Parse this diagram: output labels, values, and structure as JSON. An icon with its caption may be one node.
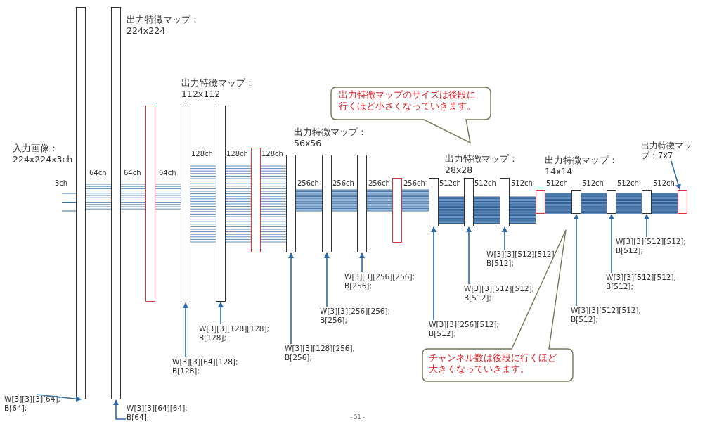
{
  "diagram": {
    "nodes": [
      {
        "text": [],
        "shape": "bar"
      },
      {
        "text": [],
        "shape": "bar"
      },
      {
        "text": [],
        "shape": "bar"
      },
      {
        "text": [],
        "shape": "bar"
      },
      {
        "text": [],
        "shape": "bar"
      },
      {
        "text": [],
        "shape": "bar"
      },
      {
        "text": [],
        "shape": "bar"
      },
      {
        "text": [],
        "shape": "bar"
      },
      {
        "text": [],
        "shape": "bar"
      },
      {
        "text": [],
        "shape": "bar"
      },
      {
        "text": [],
        "shape": "bar"
      },
      {
        "text": [],
        "shape": "bar"
      },
      {
        "text": [],
        "shape": "bar"
      },
      {
        "text": [],
        "shape": "bar"
      },
      {
        "text": [],
        "shape": "bar"
      },
      {
        "text": [],
        "shape": "bar"
      },
      {
        "text": [],
        "shape": "bar"
      },
      {
        "text": [],
        "shape": "bar"
      },
      {
        "text": [
          "W[3][3][3][64]; B[64];"
        ]
      },
      {
        "text": [
          "W[3][3][64][64]; B[64];"
        ]
      },
      {
        "text": [
          "W[3][3][64][128]; B[128];"
        ]
      },
      {
        "text": [
          "W[3][3][128][128]; B[128];"
        ]
      },
      {
        "text": [
          "W[3][3][128][256]; B[256];"
        ]
      },
      {
        "text": [
          "W[3][3][256][256]; B[256];"
        ]
      },
      {
        "text": [
          "W[3][3][256][256]; B[256];"
        ]
      },
      {
        "text": [
          "W[3][3][256][512]; B[512];"
        ]
      },
      {
        "text": [
          "W[3][3][512][512]; B[512];"
        ]
      },
      {
        "text": [
          "W[3][3][512][512]; B[512];"
        ]
      },
      {
        "text": [
          "W[3][3][512][512]; B[512];"
        ]
      },
      {
        "text": [
          "W[3][3][512][512]; B[512];"
        ]
      },
      {
        "text": [
          "W[3][3][512][512]; B[512];"
        ]
      },
      {
        "text": [
          "出力特徴マップ：7x7"
        ]
      },
      {
        "text": [
          "出力特徴マップのサイズは後段に行くほど小さくなっていきます。"
        ]
      },
      {
        "text": [
          "チャンネル数は後段に行くほど大きくなっていきます。"
        ]
      }
    ],
    "edges": [
      {
        "from": 18,
        "to": 0,
        "arrow": "to"
      },
      {
        "from": 19,
        "to": 1,
        "arrow": "to"
      },
      {
        "from": 20,
        "to": 3,
        "arrow": "to"
      },
      {
        "from": 21,
        "to": 4,
        "arrow": "to"
      },
      {
        "from": 22,
        "to": 6,
        "arrow": "to"
      },
      {
        "from": 23,
        "to": 7,
        "arrow": "to"
      },
      {
        "from": 24,
        "to": 8,
        "arrow": "to"
      },
      {
        "from": 25,
        "to": 10,
        "arrow": "to"
      },
      {
        "from": 26,
        "to": 11,
        "arrow": "to"
      },
      {
        "from": 27,
        "to": 12,
        "arrow": "to"
      },
      {
        "from": 28,
        "to": 14,
        "arrow": "to"
      },
      {
        "from": 29,
        "to": 15,
        "arrow": "to"
      },
      {
        "from": 30,
        "to": 16,
        "arrow": "to"
      },
      {
        "from": 31,
        "to": 17,
        "arrow": "to"
      }
    ],
    "labels": [
      "入力画像：224x224x3ch",
      "出力特徴マップ：224x224",
      "出力特徴マップ：112x112",
      "出力特徴マップ：56x56",
      "出力特徴マップ：28x28",
      "出力特徴マップ：14x14",
      "3ch",
      "64ch",
      "64ch",
      "64ch",
      "128ch",
      "128ch",
      "128ch",
      "256ch",
      "256ch",
      "256ch",
      "256ch",
      "512ch",
      "512ch",
      "512ch",
      "512ch",
      "512ch",
      "512ch",
      "512ch",
      "- 51 -"
    ]
  }
}
